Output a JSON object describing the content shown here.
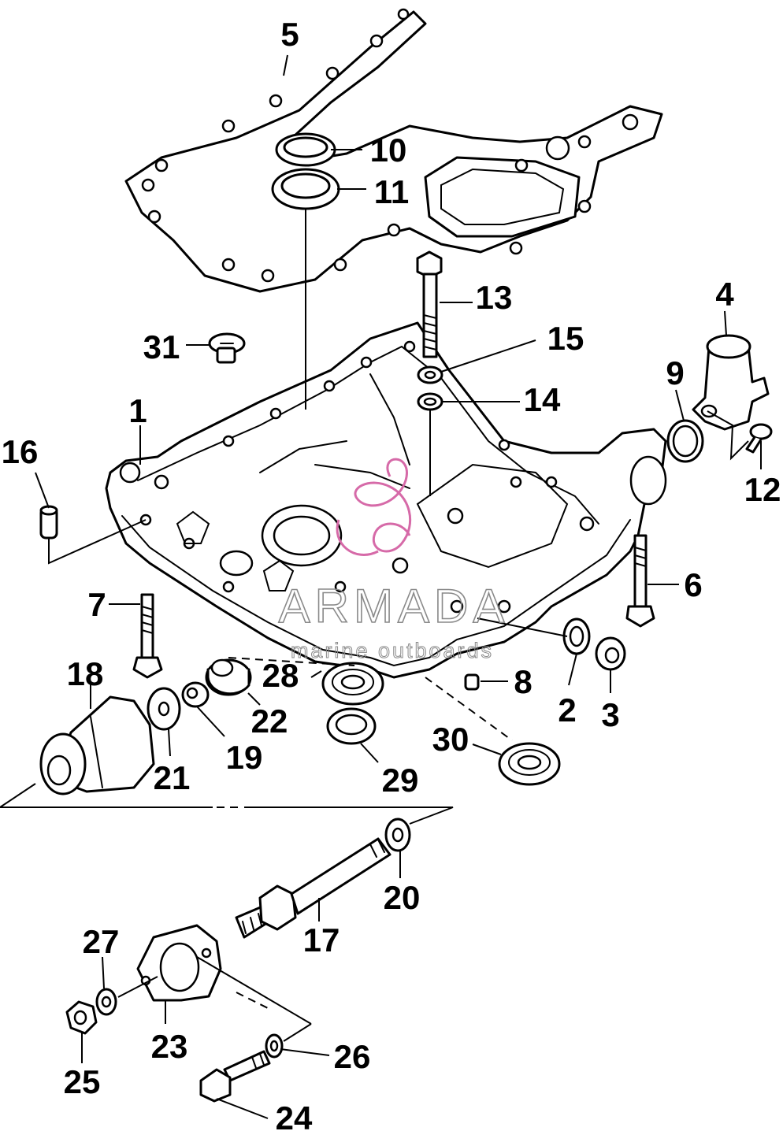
{
  "callouts": [
    "1",
    "2",
    "3",
    "4",
    "5",
    "6",
    "7",
    "8",
    "9",
    "10",
    "11",
    "12",
    "13",
    "14",
    "15",
    "16",
    "17",
    "18",
    "19",
    "20",
    "21",
    "22",
    "23",
    "24",
    "25",
    "26",
    "27",
    "28",
    "29",
    "30",
    "31"
  ],
  "watermark": {
    "title": "ARMADA",
    "subtitle": "marine outboards",
    "color": "#d66aa8"
  }
}
